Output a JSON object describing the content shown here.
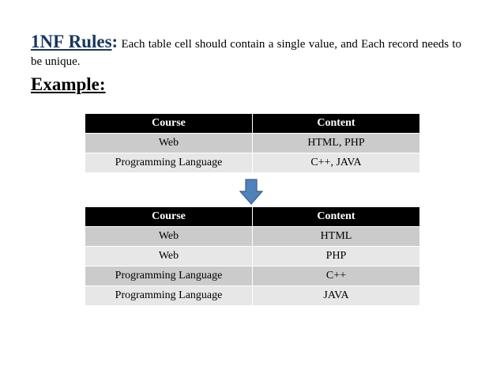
{
  "heading": "1NF Rules",
  "heading_colon": ":",
  "rules_text": " Each table cell should contain a single value, and Each record needs to be unique.",
  "example_label": "Example:",
  "table_before": {
    "headers": [
      "Course",
      "Content"
    ],
    "rows": [
      [
        "Web",
        "HTML, PHP"
      ],
      [
        "Programming Language",
        "C++, JAVA"
      ]
    ]
  },
  "table_after": {
    "headers": [
      "Course",
      "Content"
    ],
    "rows": [
      [
        "Web",
        "HTML"
      ],
      [
        "Web",
        "PHP"
      ],
      [
        "Programming Language",
        "C++"
      ],
      [
        "Programming Language",
        "JAVA"
      ]
    ]
  },
  "arrow_icon": "down-arrow-icon",
  "colors": {
    "heading": "#17375e",
    "table_header_bg": "#000000",
    "row_odd_bg": "#cbcbcb",
    "row_even_bg": "#e7e7e7",
    "arrow_fill": "#4f81bd",
    "arrow_stroke": "#385d8a"
  }
}
